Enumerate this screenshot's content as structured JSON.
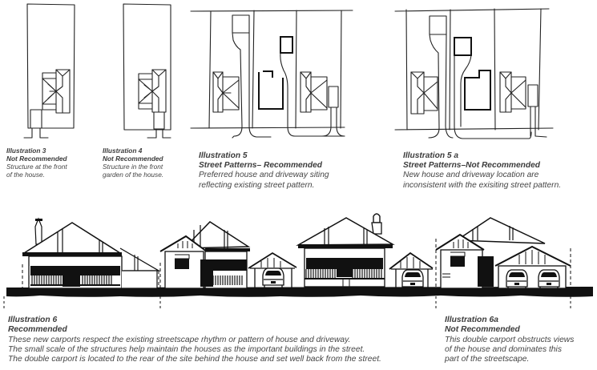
{
  "illustrations": [
    {
      "id": "3",
      "title": "Illustration 3",
      "status": "Not Recommended",
      "description": "Structure at the front\nof the house."
    },
    {
      "id": "4",
      "title": "Illustration 4",
      "status": "Not Recommended",
      "description": "Structure in the front\ngarden of the house."
    },
    {
      "id": "5",
      "title": "Illustration 5",
      "status": "Street Patterns– Recommended",
      "description": "Preferred house and driveway siting\nreflecting existing street pattern."
    },
    {
      "id": "5a",
      "title": "Illustration 5 a",
      "status": "Street Patterns–Not Recommended",
      "description": "New house and driveway location are\ninconsistent with the exisiting street pattern."
    },
    {
      "id": "6",
      "title": "Illustration 6",
      "status": "Recommended",
      "description": "These new carports respect the existing streetscape rhythm or pattern of house and driveway.\nThe small scale of the structures help maintain the houses as the important buildings in the street.\nThe double carport is located to the rear of the site behind the house and set well back from the street."
    },
    {
      "id": "6a",
      "title": "Illustration 6a",
      "status": "Not Recommended",
      "description": "This double carport obstructs views\nof the house and dominates this\npart of the streetscape."
    }
  ],
  "colors": {
    "background": "#ffffff",
    "ink": "#1a1a1a",
    "caption_text": "#3a3a3a"
  }
}
